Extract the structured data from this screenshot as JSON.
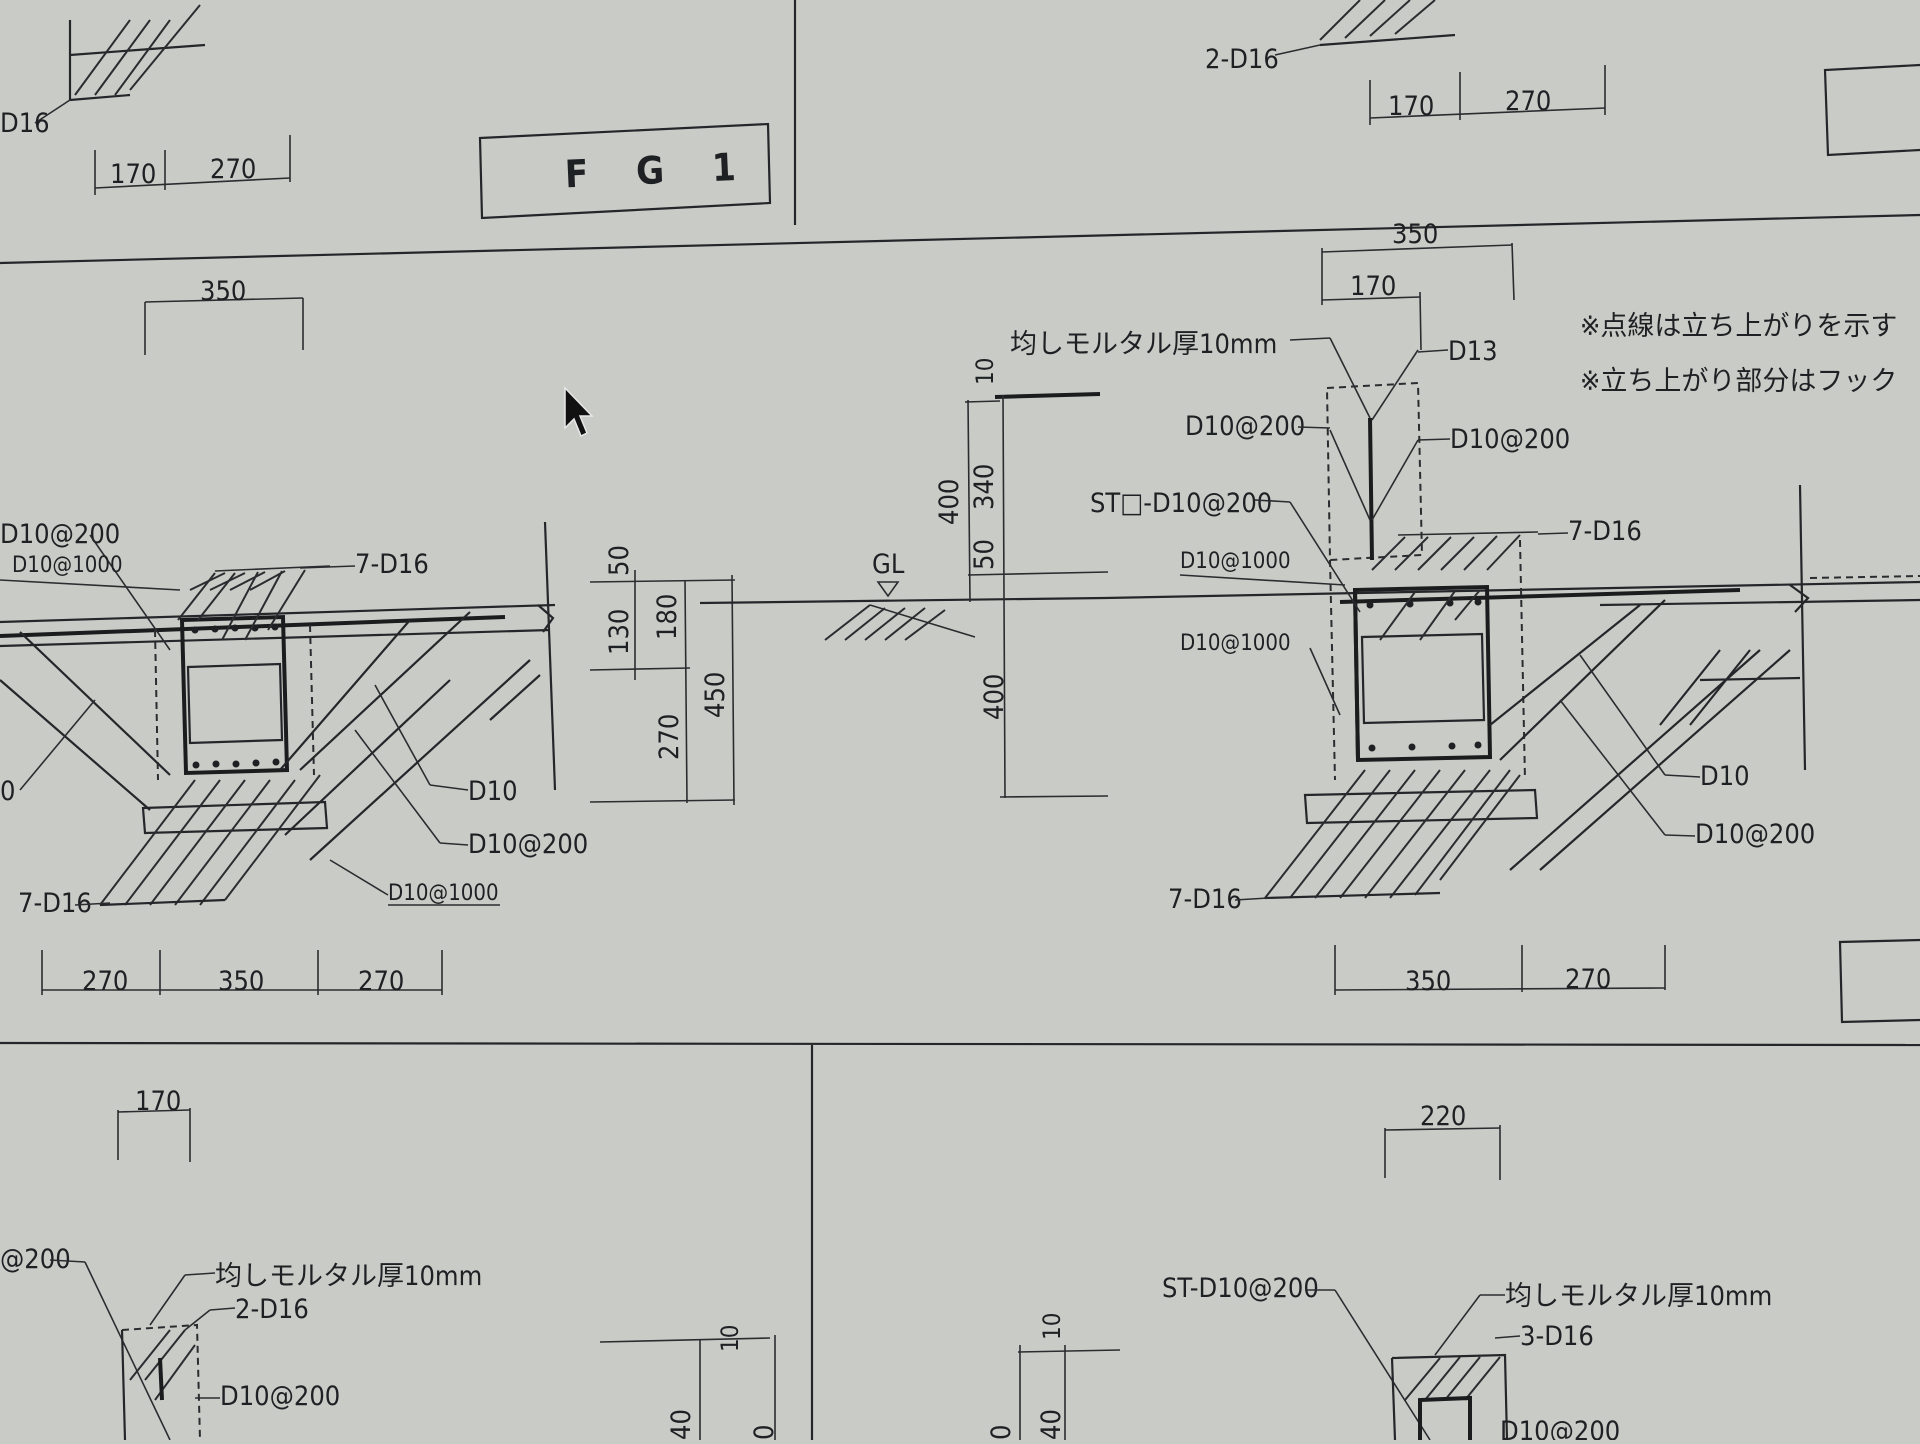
{
  "colors": {
    "paper": "#c9ccc6",
    "line": "#24272a"
  },
  "title_box": {
    "label": "F G 1"
  },
  "top_left": {
    "dims": [
      "170",
      "270"
    ],
    "rebar": "D16"
  },
  "top_middle": {
    "dims": [
      "170",
      "270"
    ],
    "rebar": "2-D16"
  },
  "left_section": {
    "top_dim": "350",
    "labels": {
      "d10_200_a": "D10@200",
      "d10_1000_a": "D10@1000",
      "top_bars": "7-D16",
      "d10": "D10",
      "d10_200_b": "D10@200",
      "d10_1000_b": "D10@1000",
      "bottom_bars": "7-D16",
      "cut_left": "0"
    },
    "bottom_dims": [
      "270",
      "350",
      "270"
    ]
  },
  "depth_dims": {
    "d50": "50",
    "d130": "130",
    "d180": "180",
    "d270": "270",
    "d450": "450"
  },
  "ground": {
    "gl": "GL"
  },
  "elevation": {
    "d10": "10",
    "d340": "340",
    "d400_top": "400",
    "d50": "50",
    "d400_bottom": "400"
  },
  "right_section": {
    "dim_350": "350",
    "dim_170": "170",
    "labels": {
      "mortar": "均しモルタル厚10mm",
      "d13": "D13",
      "d10_200_l": "D10@200",
      "d10_200_r": "D10@200",
      "stirrup": "ST□-D10@200",
      "d10_1000_a": "D10@1000",
      "top_bars": "7-D16",
      "d10_1000_b": "D10@1000",
      "d10": "D10",
      "d10_200_b": "D10@200",
      "bottom_bars": "7-D16"
    },
    "bottom_dims": [
      "350",
      "270"
    ]
  },
  "notes": [
    "※点線は立ち上がりを示す",
    "※立ち上がり部分はフック"
  ],
  "bottom_left": {
    "dim": "170",
    "labels": {
      "d10_200": "@200",
      "mortar": "均しモルタル厚10mm",
      "bars": "2-D16",
      "d10_200_b": "D10@200"
    },
    "elev": {
      "d10": "10",
      "d40": "40",
      "d0": "0"
    }
  },
  "bottom_right": {
    "dim": "220",
    "labels": {
      "stirrup": "ST-D10@200",
      "mortar": "均しモルタル厚10mm",
      "bars": "3-D16",
      "d10_200": "D10@200"
    },
    "elev": {
      "d10": "10",
      "d40": "40",
      "d0": "0"
    }
  }
}
